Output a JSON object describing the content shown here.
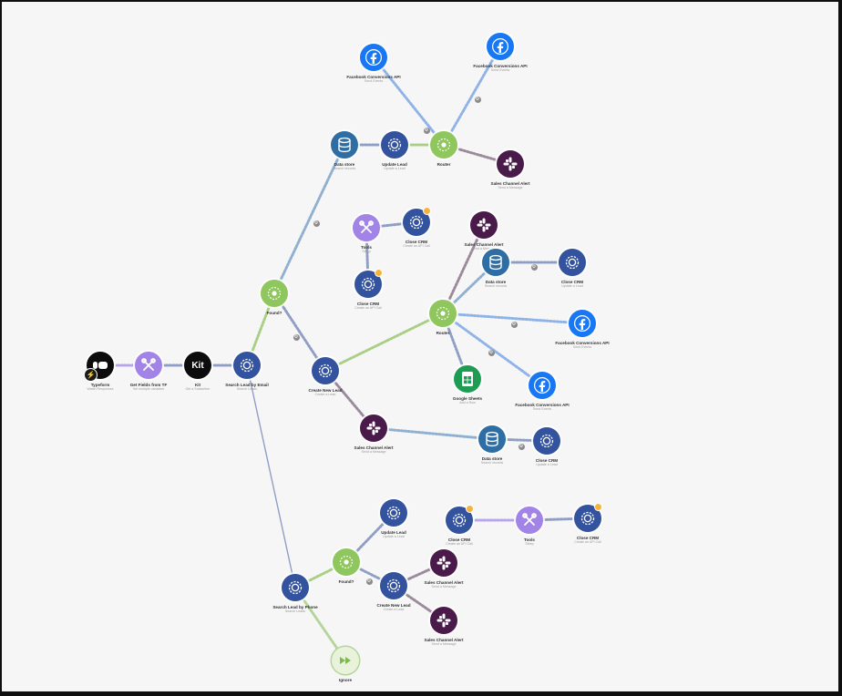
{
  "scenario": {
    "nodes": [
      {
        "id": "typeform",
        "label": "Typeform",
        "sub": "Watch Responses",
        "icon": "typeform-icon",
        "color": "#0c0c0c"
      },
      {
        "id": "getfields",
        "label": "Get Fields from TF",
        "sub": "Set multiple variables",
        "icon": "tools-icon",
        "color": "#a283e6"
      },
      {
        "id": "kit",
        "label": "Kit",
        "sub": "Get a Subscriber",
        "icon": "kit-icon",
        "color": "#0c0c0c",
        "text": "Kit"
      },
      {
        "id": "searchEmail",
        "label": "Search Lead by Email",
        "sub": "Search Leads",
        "icon": "close-crm-icon",
        "color": "#34539f"
      },
      {
        "id": "router1",
        "label": "Found?",
        "sub": "",
        "icon": "router-icon",
        "color": "#8fc75e"
      },
      {
        "id": "datastore1",
        "label": "Data store",
        "sub": "Search records",
        "icon": "datastore-icon",
        "color": "#2f6ea5"
      },
      {
        "id": "updateLead1",
        "label": "Update Lead",
        "sub": "Update a Lead",
        "icon": "close-crm-icon",
        "color": "#34539f"
      },
      {
        "id": "router2",
        "label": "Router",
        "sub": "",
        "icon": "router-icon",
        "color": "#8fc75e"
      },
      {
        "id": "fbTop1",
        "label": "Facebook Conversions API",
        "sub": "Send Events",
        "icon": "facebook-icon",
        "color": "#1877f2"
      },
      {
        "id": "fbTop2",
        "label": "Facebook Conversions API",
        "sub": "Send Events",
        "icon": "facebook-icon",
        "color": "#1877f2"
      },
      {
        "id": "slack1",
        "label": "Sales Channel Alert",
        "sub": "Send a Message",
        "icon": "slack-icon",
        "color": "#4a1a4a"
      },
      {
        "id": "tools2",
        "label": "Tools",
        "sub": "Sleep",
        "icon": "tools-icon",
        "color": "#a283e6"
      },
      {
        "id": "close2",
        "label": "Close CRM",
        "sub": "Create an API Call",
        "icon": "close-crm-icon",
        "color": "#34539f"
      },
      {
        "id": "close3",
        "label": "Close CRM",
        "sub": "Create an API Call",
        "icon": "close-crm-icon",
        "color": "#34539f"
      },
      {
        "id": "createLead1",
        "label": "Create New Lead",
        "sub": "Create a Lead",
        "icon": "close-crm-icon",
        "color": "#34539f"
      },
      {
        "id": "router3",
        "label": "Router",
        "sub": "",
        "icon": "router-icon",
        "color": "#8fc75e"
      },
      {
        "id": "slack2",
        "label": "Sales Channel Alert",
        "sub": "Send a Message",
        "icon": "slack-icon",
        "color": "#4a1a4a"
      },
      {
        "id": "datastore2",
        "label": "Data store",
        "sub": "Search records",
        "icon": "datastore-icon",
        "color": "#2f6ea5"
      },
      {
        "id": "close4",
        "label": "Close CRM",
        "sub": "Update a Lead",
        "icon": "close-crm-icon",
        "color": "#34539f"
      },
      {
        "id": "fb3",
        "label": "Facebook Conversions API",
        "sub": "Send Events",
        "icon": "facebook-icon",
        "color": "#1877f2"
      },
      {
        "id": "gsheets",
        "label": "Google Sheets",
        "sub": "Add a Row",
        "icon": "google-sheets-icon",
        "color": "#1e9c54"
      },
      {
        "id": "fb4",
        "label": "Facebook Conversions API",
        "sub": "Send Events",
        "icon": "facebook-icon",
        "color": "#1877f2"
      },
      {
        "id": "slack3",
        "label": "Sales Channel Alert",
        "sub": "Send a Message",
        "icon": "slack-icon",
        "color": "#4a1a4a"
      },
      {
        "id": "datastore3",
        "label": "Data store",
        "sub": "Search records",
        "icon": "datastore-icon",
        "color": "#2f6ea5"
      },
      {
        "id": "close5",
        "label": "Close CRM",
        "sub": "Update a Lead",
        "icon": "close-crm-icon",
        "color": "#34539f"
      },
      {
        "id": "searchPhone",
        "label": "Search Lead by Phone",
        "sub": "Search Leads",
        "icon": "close-crm-icon",
        "color": "#34539f"
      },
      {
        "id": "router4",
        "label": "Found?",
        "sub": "",
        "icon": "router-icon",
        "color": "#8fc75e"
      },
      {
        "id": "updateLead2",
        "label": "Update Lead",
        "sub": "Update a Lead",
        "icon": "close-crm-icon",
        "color": "#34539f"
      },
      {
        "id": "createLead2",
        "label": "Create New Lead",
        "sub": "Create a Lead",
        "icon": "close-crm-icon",
        "color": "#34539f"
      },
      {
        "id": "slack4",
        "label": "Sales Channel Alert",
        "sub": "Send a Message",
        "icon": "slack-icon",
        "color": "#4a1a4a"
      },
      {
        "id": "slack5",
        "label": "Sales Channel Alert",
        "sub": "Send a Message",
        "icon": "slack-icon",
        "color": "#4a1a4a"
      },
      {
        "id": "close6",
        "label": "Close CRM",
        "sub": "Create an API Call",
        "icon": "close-crm-icon",
        "color": "#34539f"
      },
      {
        "id": "tools3",
        "label": "Tools",
        "sub": "Sleep",
        "icon": "tools-icon",
        "color": "#a283e6"
      },
      {
        "id": "close7",
        "label": "Close CRM",
        "sub": "Create an API Call",
        "icon": "close-crm-icon",
        "color": "#34539f"
      },
      {
        "id": "ignore",
        "label": "Ignore",
        "sub": "",
        "icon": "ignore-icon",
        "color": "#e9f3dc"
      }
    ],
    "links": [
      [
        "typeform",
        "getfields"
      ],
      [
        "getfields",
        "kit"
      ],
      [
        "kit",
        "searchEmail"
      ],
      [
        "searchEmail",
        "router1"
      ],
      [
        "searchEmail",
        "searchPhone"
      ],
      [
        "router1",
        "datastore1"
      ],
      [
        "router1",
        "createLead1"
      ],
      [
        "datastore1",
        "updateLead1"
      ],
      [
        "updateLead1",
        "router2"
      ],
      [
        "router2",
        "fbTop1"
      ],
      [
        "router2",
        "fbTop2"
      ],
      [
        "router2",
        "slack1"
      ],
      [
        "tools2",
        "close2"
      ],
      [
        "tools2",
        "close3"
      ],
      [
        "createLead1",
        "router3"
      ],
      [
        "createLead1",
        "slack3"
      ],
      [
        "router3",
        "slack2"
      ],
      [
        "router3",
        "datastore2"
      ],
      [
        "router3",
        "fb3"
      ],
      [
        "router3",
        "gsheets"
      ],
      [
        "router3",
        "fb4"
      ],
      [
        "datastore2",
        "close4"
      ],
      [
        "slack3",
        "datastore3"
      ],
      [
        "datastore3",
        "close5"
      ],
      [
        "searchPhone",
        "router4"
      ],
      [
        "searchPhone",
        "ignore"
      ],
      [
        "router4",
        "updateLead2"
      ],
      [
        "router4",
        "createLead2"
      ],
      [
        "createLead2",
        "slack4"
      ],
      [
        "createLead2",
        "slack5"
      ],
      [
        "close6",
        "tools3"
      ],
      [
        "tools3",
        "close7"
      ]
    ]
  }
}
